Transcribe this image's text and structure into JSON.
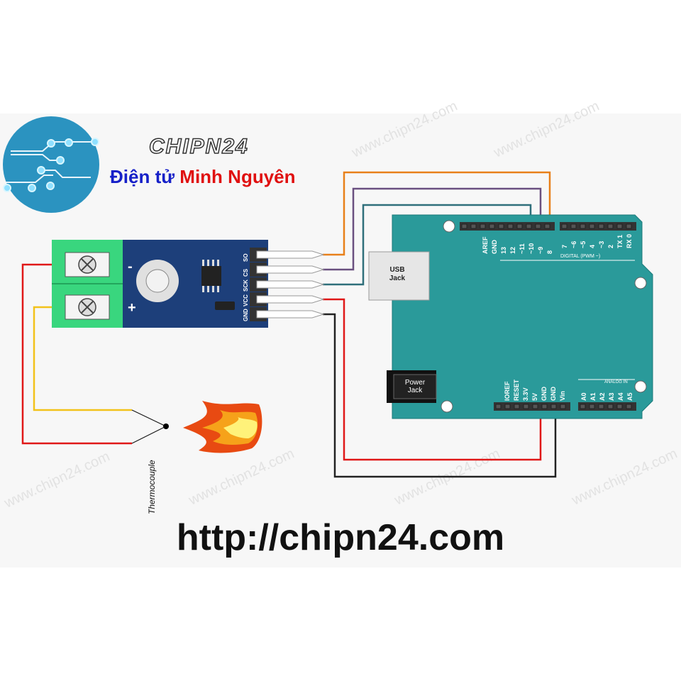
{
  "logo": {
    "brand": "CHIPN24",
    "tagline_part1": "Điện tử",
    "tagline_part2": "Minh Nguyên",
    "circle_color": "#2b93c0"
  },
  "watermark": "www.chipn24.com",
  "url": "http://chipn24.com",
  "module": {
    "pins": [
      "SO",
      "CS",
      "SCK",
      "VCC",
      "GND"
    ],
    "terminal_labels": [
      "-",
      "+"
    ],
    "board_color": "#1d3f7a",
    "terminal_color": "#39d67e"
  },
  "arduino": {
    "color": "#2a9a9a",
    "usb_label": [
      "USB",
      "Jack"
    ],
    "power_label": [
      "Power",
      "Jack"
    ],
    "top_left_pins": [
      "AREF",
      "GND",
      "13",
      "12",
      "~11",
      "~10",
      "~9",
      "8"
    ],
    "top_right_pins": [
      "7",
      "~6",
      "~5",
      "4",
      "~3",
      "2",
      "TX 1",
      "RX 0"
    ],
    "digital_label": "DIGITAL (PWM ~)",
    "bottom_power_pins": [
      "IOREF",
      "RESET",
      "3.3V",
      "5V",
      "GND",
      "GND",
      "Vin"
    ],
    "bottom_analog_pins": [
      "A0",
      "A1",
      "A2",
      "A3",
      "A4",
      "A5"
    ],
    "analog_label": "ANALOG IN"
  },
  "thermocouple_label": "Thermocouple",
  "wire_colors": {
    "SO": "#e8801a",
    "CS": "#6a5080",
    "SCK": "#2f6f7a",
    "VCC": "#e01818",
    "GND": "#222222",
    "tc_red": "#e01818",
    "tc_yellow": "#f2c21a"
  }
}
